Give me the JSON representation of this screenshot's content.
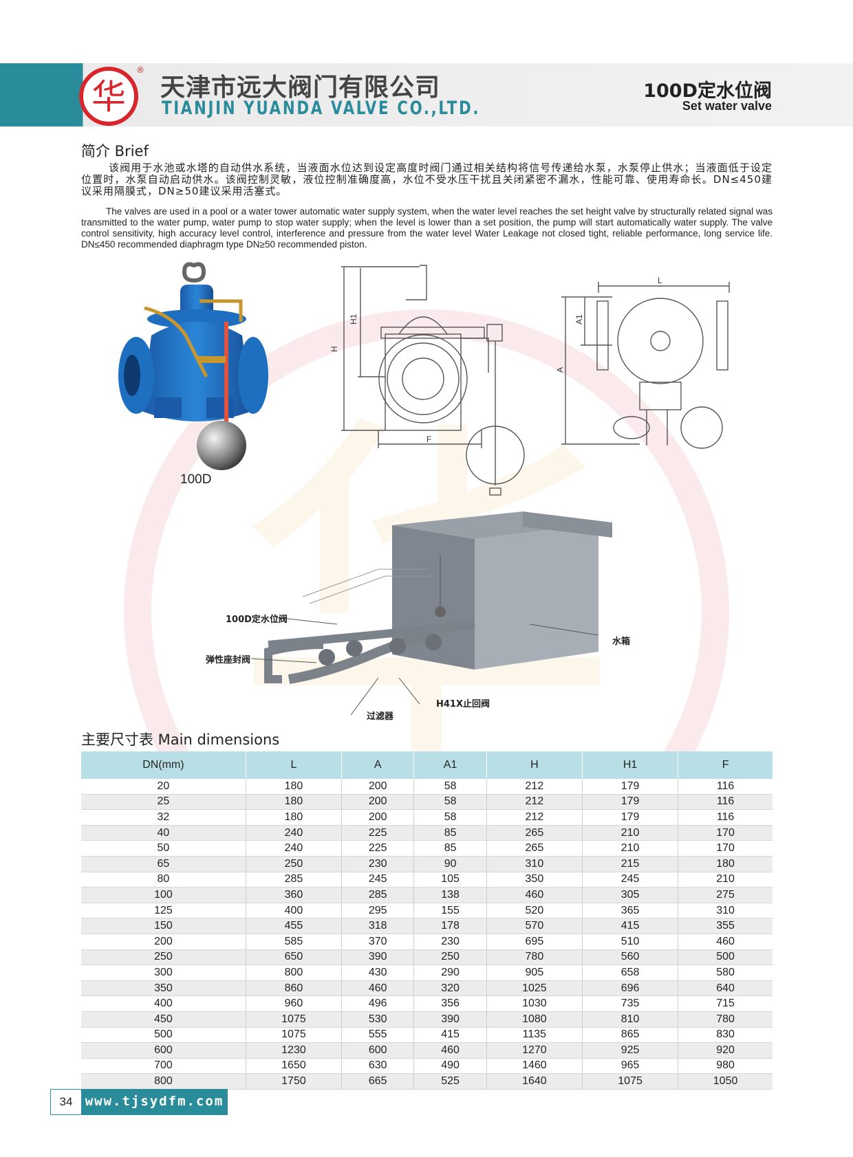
{
  "header": {
    "logo_char": "华",
    "registered_mark": "®",
    "company_cn": "天津市远大阀门有限公司",
    "company_en": "TIANJIN YUANDA VALVE CO.,LTD.",
    "product_cn": "100D定水位阀",
    "product_en": "Set water valve"
  },
  "brief": {
    "title": "简介 Brief",
    "text_cn": "该阀用于水池或水塔的自动供水系统，当液面水位达到设定高度时阀门通过相关结构将信号传递给水泵，水泵停止供水；当液面低于设定位置时，水泵自动启动供水。该阀控制灵敏，液位控制准确度高，水位不受水压干扰且关闭紧密不漏水，性能可靠、使用寿命长。DN≤450建议采用隔膜式，DN≥50建议采用活塞式。",
    "text_en": "The valves are used in a pool or a water tower automatic water supply system, when the water level reaches the set height valve by structurally related signal was transmitted to the water pump, water pump to stop water supply; when the level is lower than a set position, the pump will start automatically water supply. The valve control sensitivity, high accuracy level control, interference and pressure from the water level Water Leakage not closed tight, reliable performance, long service life. DN≤450 recommended diaphragm type DN≥50 recommended piston."
  },
  "figure": {
    "model_label": "100D",
    "dim_labels": {
      "h": "H",
      "h1": "H1",
      "f": "F",
      "l": "L",
      "a": "A",
      "a1": "A1"
    }
  },
  "install": {
    "valve_label": "100D定水位阀",
    "seal_valve_label": "弹性座封阀",
    "tank_label": "水箱",
    "check_valve_label": "H41X止回阀",
    "filter_label": "过滤器"
  },
  "dimensions": {
    "title": "主要尺寸表 Main dimensions",
    "headers": [
      "DN(mm)",
      "L",
      "A",
      "A1",
      "H",
      "H1",
      "F"
    ],
    "rows": [
      [
        "20",
        "180",
        "200",
        "58",
        "212",
        "179",
        "116"
      ],
      [
        "25",
        "180",
        "200",
        "58",
        "212",
        "179",
        "116"
      ],
      [
        "32",
        "180",
        "200",
        "58",
        "212",
        "179",
        "116"
      ],
      [
        "40",
        "240",
        "225",
        "85",
        "265",
        "210",
        "170"
      ],
      [
        "50",
        "240",
        "225",
        "85",
        "265",
        "210",
        "170"
      ],
      [
        "65",
        "250",
        "230",
        "90",
        "310",
        "215",
        "180"
      ],
      [
        "80",
        "285",
        "245",
        "105",
        "350",
        "245",
        "210"
      ],
      [
        "100",
        "360",
        "285",
        "138",
        "460",
        "305",
        "275"
      ],
      [
        "125",
        "400",
        "295",
        "155",
        "520",
        "365",
        "310"
      ],
      [
        "150",
        "455",
        "318",
        "178",
        "570",
        "415",
        "355"
      ],
      [
        "200",
        "585",
        "370",
        "230",
        "695",
        "510",
        "460"
      ],
      [
        "250",
        "650",
        "390",
        "250",
        "780",
        "560",
        "500"
      ],
      [
        "300",
        "800",
        "430",
        "290",
        "905",
        "658",
        "580"
      ],
      [
        "350",
        "860",
        "460",
        "320",
        "1025",
        "696",
        "640"
      ],
      [
        "400",
        "960",
        "496",
        "356",
        "1030",
        "735",
        "715"
      ],
      [
        "450",
        "1075",
        "530",
        "390",
        "1080",
        "810",
        "780"
      ],
      [
        "500",
        "1075",
        "555",
        "415",
        "1135",
        "865",
        "830"
      ],
      [
        "600",
        "1230",
        "600",
        "460",
        "1270",
        "925",
        "920"
      ],
      [
        "700",
        "1650",
        "630",
        "490",
        "1460",
        "965",
        "980"
      ],
      [
        "800",
        "1750",
        "665",
        "525",
        "1640",
        "1075",
        "1050"
      ]
    ]
  },
  "footer": {
    "page_number": "34",
    "url": "www.tjsydfm.com"
  },
  "colors": {
    "teal": "#2a8c9a",
    "logo_red": "#d8262c",
    "valve_blue": "#1f6fc0",
    "table_header": "#b9dfe6"
  }
}
